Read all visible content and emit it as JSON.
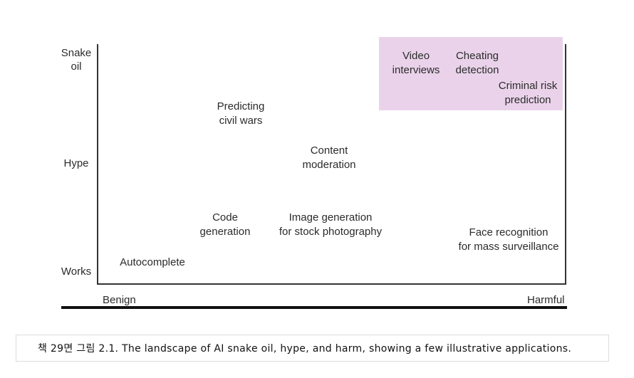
{
  "diagram": {
    "y_axis": {
      "top": "Snake\noil",
      "middle": "Hype",
      "bottom": "Works"
    },
    "x_axis": {
      "left": "Benign",
      "right": "Harmful"
    },
    "highlight_color": "#ead3ea",
    "items": {
      "video_interviews": "Video\ninterviews",
      "cheating_detection": "Cheating\ndetection",
      "criminal_risk_prediction": "Criminal risk\nprediction",
      "predicting_civil_wars": "Predicting\ncivil wars",
      "content_moderation": "Content\nmoderation",
      "code_generation": "Code\ngeneration",
      "image_generation": "Image generation\nfor stock photography",
      "face_recognition": "Face recognition\nfor mass surveillance",
      "autocomplete": "Autocomplete"
    }
  },
  "caption": "책 29면 그림 2.1. The landscape of AI snake oil, hype, and harm, showing a few illustrative applications."
}
